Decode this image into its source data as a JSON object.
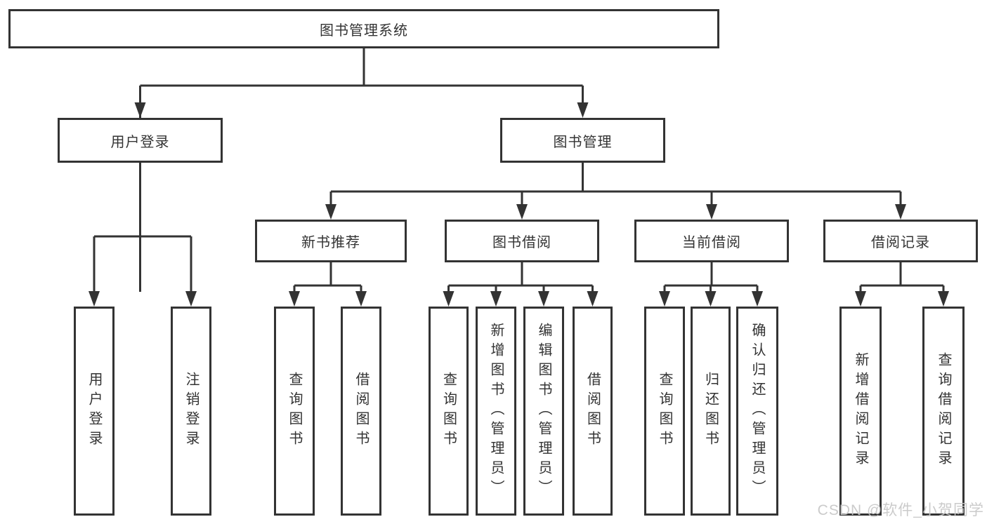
{
  "diagram": {
    "root": {
      "label": "图书管理系统"
    },
    "branches": [
      {
        "label": "用户登录",
        "children": [
          {
            "label": "用户登录"
          },
          {
            "label": "注销登录"
          }
        ]
      },
      {
        "label": "图书管理",
        "children": [
          {
            "label": "新书推荐",
            "children": [
              {
                "label": "查询图书"
              },
              {
                "label": "借阅图书"
              }
            ]
          },
          {
            "label": "图书借阅",
            "children": [
              {
                "label": "查询图书"
              },
              {
                "label": "新增图书（管理员）"
              },
              {
                "label": "编辑图书（管理员）"
              },
              {
                "label": "借阅图书"
              }
            ]
          },
          {
            "label": "当前借阅",
            "children": [
              {
                "label": "查询图书"
              },
              {
                "label": "归还图书"
              },
              {
                "label": "确认归还（管理员）"
              }
            ]
          },
          {
            "label": "借阅记录",
            "children": [
              {
                "label": "新增借阅记录"
              },
              {
                "label": "查询借阅记录"
              }
            ]
          }
        ]
      }
    ]
  },
  "watermark": {
    "text": "CSDN @软件_小贺同学",
    "color": "#c8c8c8"
  },
  "style": {
    "line_color": "#333333",
    "box_border_color": "#333333",
    "box_background": "#ffffff",
    "text_color": "#333333"
  }
}
